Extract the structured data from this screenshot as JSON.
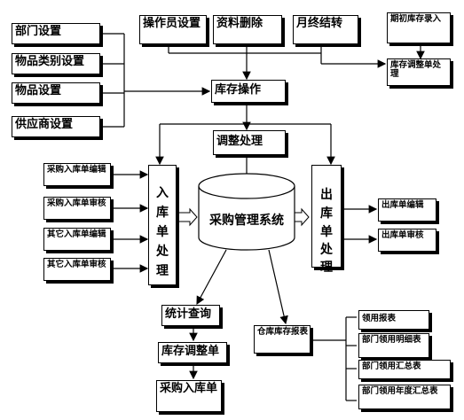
{
  "top_row": {
    "operator": "操作员设置",
    "delete": "资料删除",
    "month_end": "月终结转",
    "initial_stock": "期初库存录入"
  },
  "left_settings": {
    "department": "部门设置",
    "item_category": "物品类别设置",
    "item": "物品设置",
    "supplier": "供应商设置"
  },
  "stock_adjust_doc": "库存调整单处理",
  "stock_operation": "库存操作",
  "adjust_process": "调整处理",
  "inbound_inputs": {
    "purchase_edit": "采购入库单编辑",
    "purchase_review": "采购入库单审核",
    "other_edit": "其它入库单编辑",
    "other_review": "其它入库单审核"
  },
  "inbound_process": [
    "入",
    "库",
    "单",
    "处",
    "理"
  ],
  "outbound_process": [
    "出",
    "库",
    "单",
    "处",
    "理"
  ],
  "database": "采购管理系统",
  "outbound_outputs": {
    "edit": "出库单编辑",
    "review": "出库单审核"
  },
  "stats_query": "统计查询",
  "stock_adjust_sheet": "库存调整单",
  "purchase_inbound": "采购入库单",
  "warehouse_report": "仓库库存报表",
  "reports": {
    "usage": "领用报表",
    "dept_detail": "部门领用明细表",
    "dept_summary": "部门领用汇总表",
    "dept_annual": "部门领用年度汇总表"
  }
}
